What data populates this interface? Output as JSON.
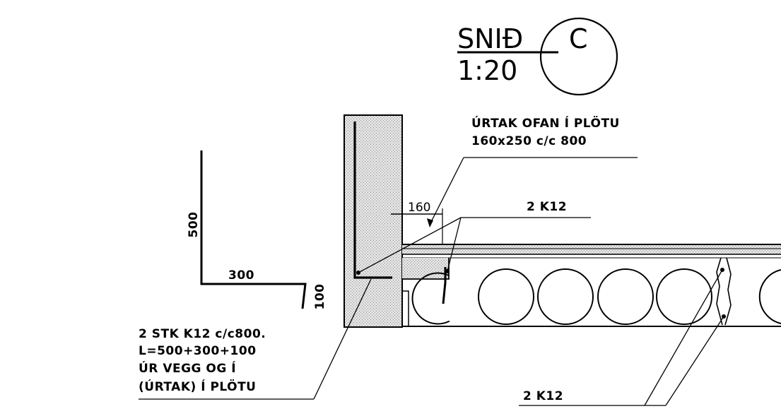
{
  "section": {
    "title": "SNIÐ",
    "scale": "1:20",
    "marker": "C"
  },
  "bar_shape": {
    "dim_vertical": "500",
    "dim_horizontal": "300",
    "dim_hook": "100"
  },
  "dimension_160": "160",
  "labels": {
    "cutout_line1": "ÚRTAK OFAN Í PLÖTU",
    "cutout_line2": "160x250 c/c 800",
    "rebar_top": "2 K12",
    "rebar_bottom": "2 K12",
    "note_line1": "2 STK K12 c/c800.",
    "note_line2": "L=500+300+100",
    "note_line3": "ÚR VEGG OG Í",
    "note_line4": "(ÚRTAK) Í PLÖTU"
  },
  "colors": {
    "ink": "#000000",
    "concrete_fill": "#d8d8d8",
    "background": "#ffffff"
  }
}
